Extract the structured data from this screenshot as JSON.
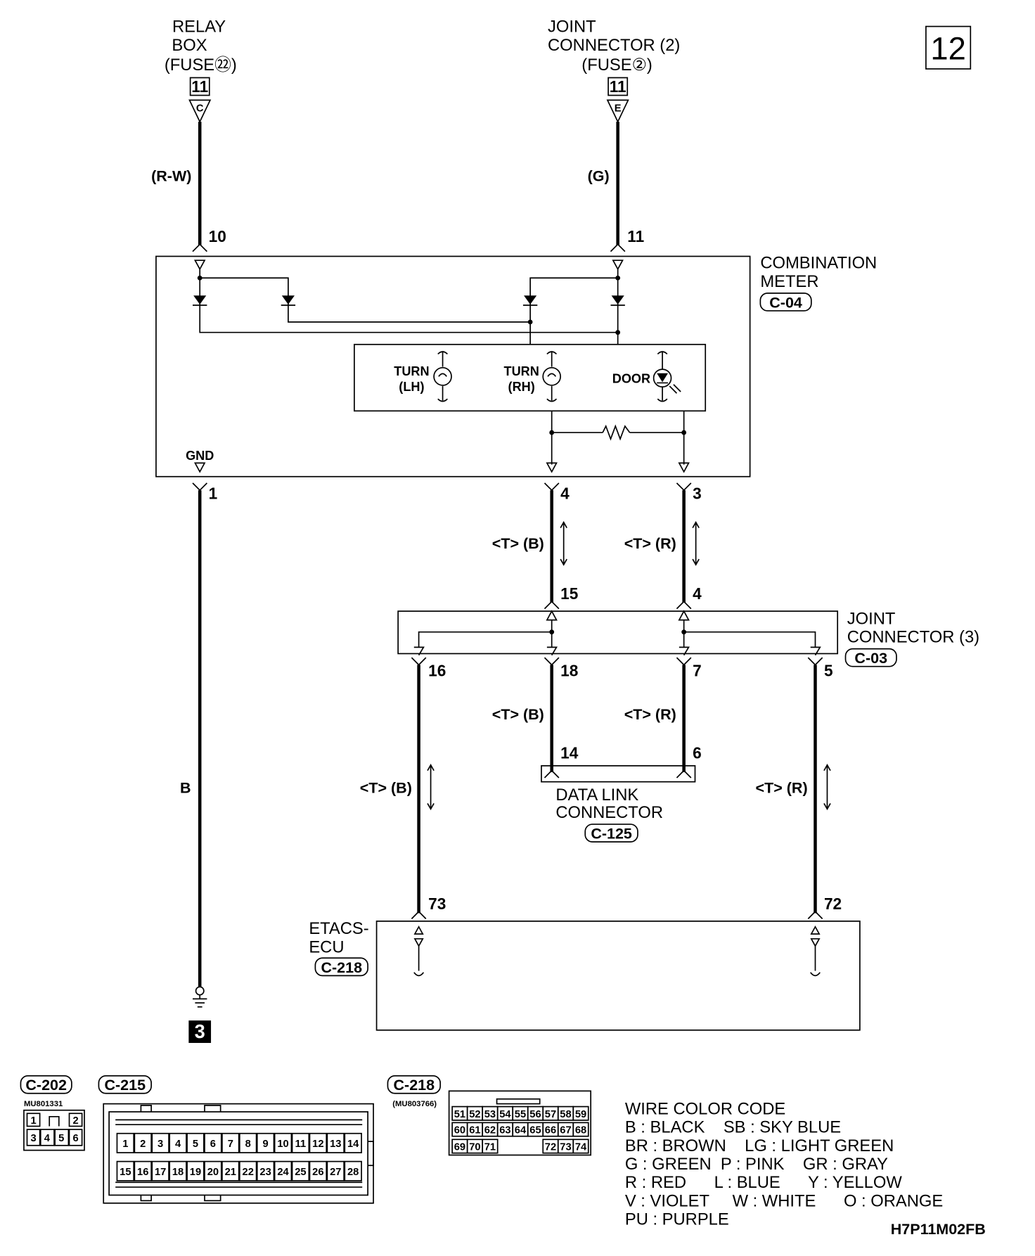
{
  "page_number": "12",
  "diagram_code": "H7P11M02FB",
  "sources": {
    "relay_box": {
      "line1": "RELAY",
      "line2": "BOX",
      "fuse": "(FUSE㉒)",
      "page_ref": "11",
      "connector": "C"
    },
    "joint_connector_2": {
      "line1": "JOINT",
      "line2": "CONNECTOR (2)",
      "fuse": "(FUSE②)",
      "page_ref": "11",
      "connector": "E"
    }
  },
  "components": {
    "combination_meter": {
      "line1": "COMBINATION",
      "line2": "METER",
      "id": "C-04"
    },
    "joint_connector_3": {
      "line1": "JOINT",
      "line2": "CONNECTOR (3)",
      "id": "C-03"
    },
    "data_link_connector": {
      "line1": "DATA LINK",
      "line2": "CONNECTOR",
      "id": "C-125"
    },
    "etacs_ecu": {
      "line1": "ETACS-",
      "line2": "ECU",
      "id": "C-218"
    }
  },
  "indicators": {
    "turn_lh": {
      "line1": "TURN",
      "line2": "(LH)"
    },
    "turn_rh": {
      "line1": "TURN",
      "line2": "(RH)"
    },
    "door": "DOOR"
  },
  "gnd_label": "GND",
  "ground_ref": "3",
  "wires": {
    "relay": "(R-W)",
    "joint2": "(G)",
    "ground": "B",
    "meter4": "<T> (B)",
    "meter3": "<T> (R)",
    "dlc14": "<T> (B)",
    "dlc6": "<T> (R)",
    "ecu73": "<T> (B)",
    "ecu72": "<T> (R)"
  },
  "pins": {
    "meter_10": "10",
    "meter_11": "11",
    "meter_1": "1",
    "meter_4": "4",
    "meter_3": "3",
    "jc3_15": "15",
    "jc3_4": "4",
    "jc3_16": "16",
    "jc3_18": "18",
    "jc3_7": "7",
    "jc3_5": "5",
    "dlc_14": "14",
    "dlc_6": "6",
    "ecu_73": "73",
    "ecu_72": "72"
  },
  "connector_views": {
    "c202": {
      "id": "C-202",
      "part": "MU801331",
      "top": [
        "1",
        "2"
      ],
      "bottom": [
        "3",
        "4",
        "5",
        "6"
      ]
    },
    "c215": {
      "id": "C-215",
      "row1": [
        "1",
        "2",
        "3",
        "4",
        "5",
        "6",
        "7",
        "8",
        "9",
        "10",
        "11",
        "12",
        "13",
        "14"
      ],
      "row2": [
        "15",
        "16",
        "17",
        "18",
        "19",
        "20",
        "21",
        "22",
        "23",
        "24",
        "25",
        "26",
        "27",
        "28"
      ]
    },
    "c218": {
      "id": "C-218",
      "part": "(MU803766)",
      "row1": [
        "51",
        "52",
        "53",
        "54",
        "55",
        "56",
        "57",
        "58",
        "59"
      ],
      "row2": [
        "60",
        "61",
        "62",
        "63",
        "64",
        "65",
        "66",
        "67",
        "68"
      ],
      "row3_left": [
        "69",
        "70",
        "71"
      ],
      "row3_right": [
        "72",
        "73",
        "74"
      ]
    }
  },
  "legend": {
    "title": "WIRE COLOR CODE",
    "lines": [
      "B : BLACK    SB : SKY BLUE",
      "BR : BROWN    LG : LIGHT GREEN",
      "G : GREEN  P : PINK    GR : GRAY",
      "R : RED      L : BLUE      Y : YELLOW",
      "V : VIOLET     W : WHITE      O : ORANGE",
      "PU : PURPLE"
    ]
  }
}
